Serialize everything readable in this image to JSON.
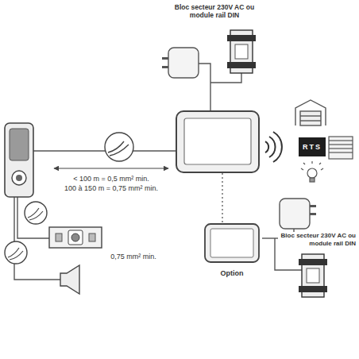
{
  "diagram": {
    "nodes": [
      {
        "text": [
          "Bloc secteur 230V AC ou module rail DIN"
        ]
      },
      {
        "text": [
          "RTS"
        ]
      },
      {
        "text": [
          "Option"
        ]
      },
      {
        "text": [
          "Bloc secteur 230V AC ou module rail DIN"
        ]
      }
    ],
    "edges": [
      {
        "from": 3,
        "to": 2,
        "arrow": "none"
      }
    ],
    "labels": [
      "< 100 m = 0,5 mm² min.",
      "100 à 150 m = 0,75 mm² min.",
      "0,75 mm² min."
    ]
  }
}
